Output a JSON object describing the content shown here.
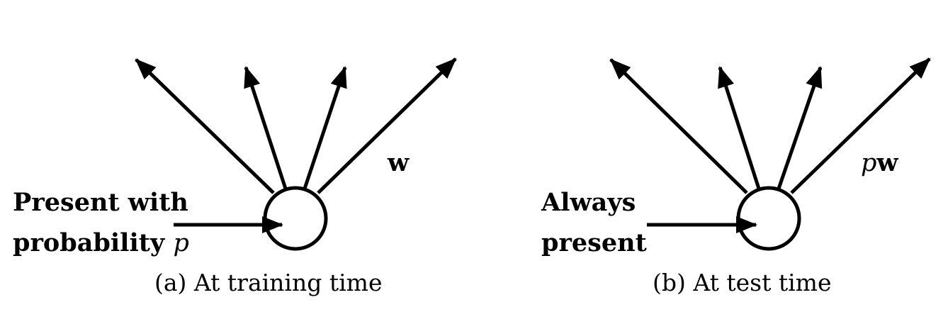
{
  "panel_a": {
    "input_label_line1": "Present with",
    "input_label_line2": "probability",
    "input_label_var": "p",
    "weight_label": "w",
    "caption": "(a) At training time"
  },
  "panel_b": {
    "input_label_line1": "Always",
    "input_label_line2": "present",
    "weight_label_prefix": "p",
    "weight_label": "w",
    "caption": "(b) At test time"
  },
  "colors": {
    "stroke": "#000000",
    "background": "#ffffff"
  }
}
